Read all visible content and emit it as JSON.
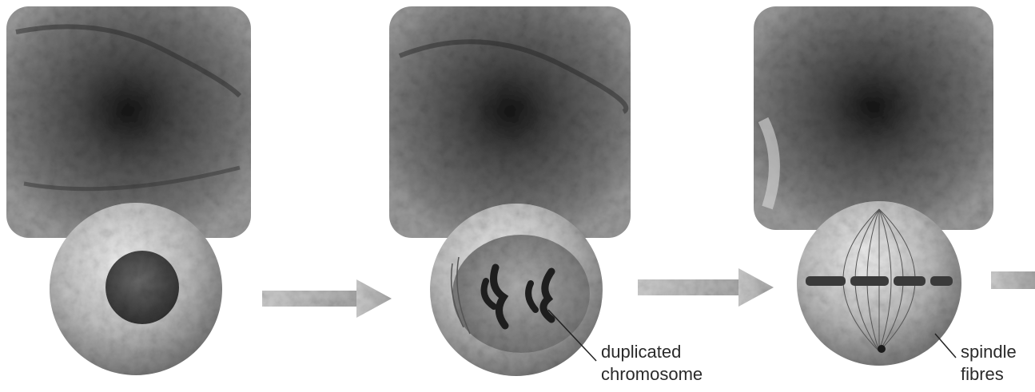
{
  "labels": {
    "duplicated_chromosome": [
      "duplicated",
      "chromosome"
    ],
    "spindle_fibres": [
      "spindle",
      "fibres"
    ]
  },
  "colors": {
    "photo_dark": "#2b2b2b",
    "photo_light": "#bdbdbd",
    "cell_shade": "#8a8a8a",
    "arrow": "#b8b8b8",
    "label_text": "#2a2a2a"
  }
}
